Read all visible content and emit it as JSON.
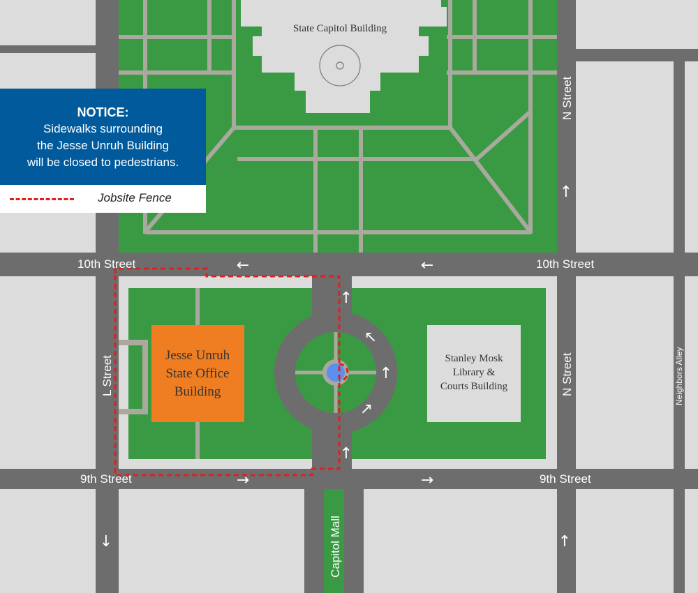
{
  "colors": {
    "background": "#dcdcdc",
    "road": "#6d6d6d",
    "lawn": "#3a9a44",
    "path": "#a9a99d",
    "fence": "#e0201f",
    "jesse_building": "#ef7d22",
    "notice_blue": "#005a9c",
    "fountain": "#5b8ff0"
  },
  "notice": {
    "title": "NOTICE:",
    "lines": [
      "Sidewalks surrounding",
      "the Jesse Unruh Building",
      "will be closed to pedestrians."
    ]
  },
  "legend": {
    "fence_label": "Jobsite Fence"
  },
  "streets": {
    "tenth_left": "10th Street",
    "tenth_right": "10th Street",
    "ninth_left": "9th Street",
    "ninth_right": "9th Street",
    "n_upper": "N Street",
    "n_lower": "N Street",
    "l_street": "L Street",
    "capitol_mall": "Capitol Mall",
    "neighbors_alley": "Neighbors Alley"
  },
  "buildings": {
    "capitol": "State Capitol Building",
    "jesse": [
      "Jesse Unruh",
      "State Office",
      "Building"
    ],
    "stanley": [
      "Stanley Mosk",
      "Library &",
      "Courts Building"
    ]
  },
  "arrows": {
    "tenth_a": "←",
    "tenth_b": "←",
    "ninth_a": "→",
    "ninth_b": "→",
    "n_upper": "↑",
    "n_lower": "↑",
    "l_lower": "↓",
    "circle_top": "↑",
    "circle_bottom": "↑",
    "circle_east": "↑",
    "circle_ne": "↖",
    "circle_se": "↗"
  },
  "icons": [
    "dome-icon",
    "fountain-icon"
  ]
}
